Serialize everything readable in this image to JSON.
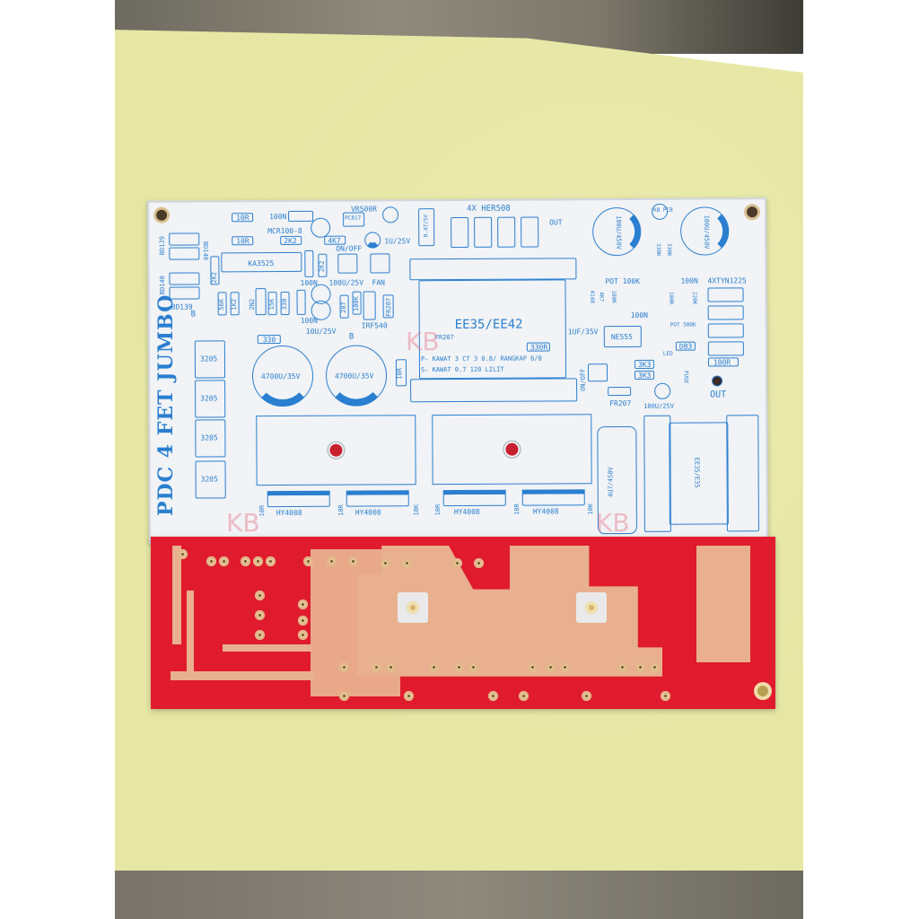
{
  "scene": {
    "description": "Photo of two PCBs (silkscreen component side and red copper side) on yellow paper",
    "background_color": "#e6e7a4"
  },
  "board_top": {
    "title": "PDC 4 FET JUMBO",
    "watermark": "KB",
    "silk_color": "#2a7fd0",
    "labels": {
      "r_10r_a": "10R",
      "c_100n_a": "100N",
      "mcr": "MCR100-8",
      "vr": "VR500R",
      "pc817": "PC817",
      "r_10r_b": "10R",
      "r_2k2_a": "2K2",
      "r_4k7": "4K7",
      "c_1u25": "1U/25V",
      "ic_ka3525": "KA3525",
      "r_2k2_b": "2K2",
      "r_2k2_c": "2K2",
      "c_100n_b": "100N",
      "c_100u25_a": "100U/25V",
      "on_off_a": "ON/OFF",
      "fan": "FAN",
      "r_56k": "56K",
      "r_1k2": "1K2",
      "c_2n2": "2N2",
      "r_15k": "15K",
      "r_330_a": "330",
      "c_100n_c": "100N",
      "z_207": "207",
      "r_100k_a": "100K",
      "q_irf540": "IRF540",
      "d_fr207_a": "FR207",
      "c_10u25": "10U/25V",
      "bd139_a": "BD139",
      "bd140_a": "BD140",
      "bd140_b": "BD140",
      "bd139_b": "BD139",
      "b_plus_a": "B",
      "b_plus_b": "B",
      "r_330_b": "330",
      "c_4700_a": "4700U/35V",
      "c_4700_b": "4700U/35V",
      "r_10r_c": "10R",
      "fet_1": "3205",
      "fet_2": "3205",
      "fet_3": "3205",
      "fet_4": "3205",
      "c_047": "0.47/5V",
      "her508": "4X HER508",
      "out_a": "OUT",
      "transformer": "EE35/EE42",
      "d_fr207_b": "FR207",
      "r_330r": "330R",
      "winding_p": "P- KAWAT 3 CT 3 0.8/ RANGKAP 6/8",
      "winding_s": "S- KAWAT 0.7 120 LILIT",
      "c_100u450_a": "100U/450V",
      "c_100u450_b": "100U/450V",
      "logo": "KB PCB",
      "r_330k_a": "330K",
      "r_330k_b": "330K",
      "pot_100k": "POT 100K",
      "c_100n_d": "100N",
      "tyn": "4XTYN1225",
      "d_4148": "4148",
      "r_4k7_b": "4K7",
      "r_100k_b": "100K",
      "r_100k_c": "100K",
      "r_220k": "220K",
      "c_100n_e": "100N",
      "pot_500k": "POT 500K",
      "c_1u35": "1UF/35V",
      "ic_ne555": "NE555",
      "led": "LED",
      "db3": "DB3",
      "r_3k3_a": "3K3",
      "r_3k3_b": "3K3",
      "r_100r": "100R",
      "fuse": "FUSE",
      "on_off_b": "ON/OFF",
      "d_fr207_c": "FR207",
      "c_100u25_b": "100U/25V",
      "out_b": "OUT",
      "bridge_1": "HY4008",
      "bridge_2": "HY4008",
      "bridge_3": "HY4008",
      "bridge_4": "HY4008",
      "r_10r_d": "10R",
      "r_10r_e": "10R",
      "r_10k_a": "10K",
      "r_10r_f": "10R",
      "r_10r_g": "10R",
      "r_10k_b": "10K",
      "c_4u7_450": "4U7/450V",
      "transformer_b": "EE35/E35"
    }
  },
  "board_bottom": {
    "solder_mask_color": "#e01b2e",
    "copper_color": "#e8b08e"
  }
}
